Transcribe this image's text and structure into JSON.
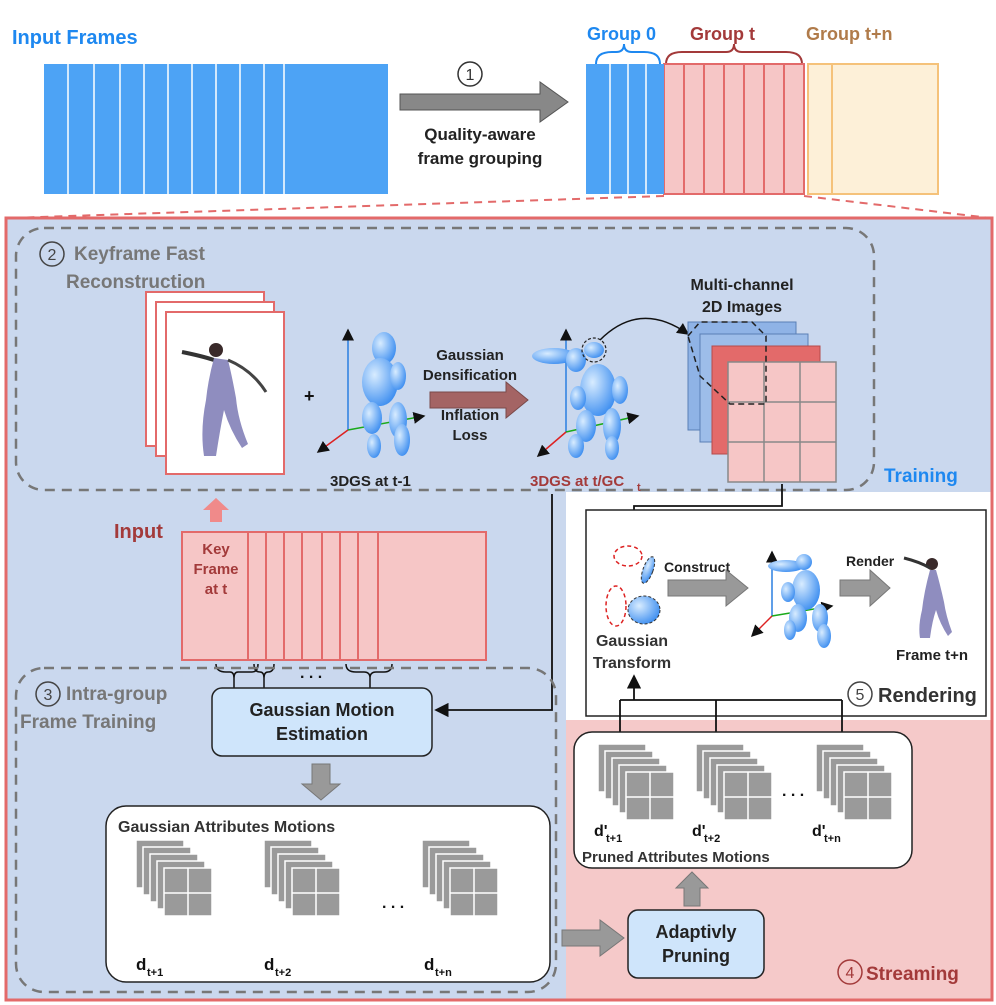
{
  "top": {
    "input_frames": "Input Frames",
    "step1_num": "1",
    "step1_label": [
      "Quality-aware",
      "frame grouping"
    ],
    "group0": "Group 0",
    "groupt": "Group t",
    "grouptn": "Group t+n"
  },
  "keyframe": {
    "num": "2",
    "title": [
      "Keyframe Fast",
      "Reconstruction"
    ],
    "plus": "+",
    "gaussian_densification": [
      "Gaussian",
      "Densification"
    ],
    "inflation_loss": [
      "Inflation",
      "Loss"
    ],
    "dgs_prev": "3DGS at t-1",
    "dgs_curr": "3DGS at t/GC",
    "dgs_curr_sub": "t",
    "multichannel": [
      "Multi-channel",
      "2D Images"
    ]
  },
  "training_label": "Training",
  "input_label": "Input",
  "key_frame": [
    "Key",
    "Frame",
    "at t"
  ],
  "intra": {
    "num": "3",
    "title": [
      "Intra-group",
      "Frame Training"
    ],
    "motion_estimation": [
      "Gaussian Motion",
      "Estimation"
    ],
    "attr_motions": "Gaussian Attributes Motions",
    "d_labels": [
      "d",
      "d",
      "d"
    ],
    "d_subs": [
      "t+1",
      "t+2",
      "t+n"
    ],
    "ellipsis": ". . ."
  },
  "render": {
    "num": "5",
    "title": "Rendering",
    "construct": "Construct",
    "render_label": "Render",
    "gaussian_transform": [
      "Gaussian",
      "Transform"
    ],
    "frame_tn": "Frame t+n"
  },
  "stream": {
    "num": "4",
    "title": "Streaming",
    "pruned": "Pruned Attributes Motions",
    "adaptive": [
      "Adaptivly",
      "Pruning"
    ],
    "dp_labels": [
      "d'",
      "d'",
      "d'"
    ],
    "dp_subs": [
      "t+1",
      "t+2",
      "t+n"
    ],
    "ellipsis": ". . ."
  },
  "colors": {
    "blue_frame": "#4da3f5",
    "red_frame": "#e36a6a",
    "orange_frame": "#f5c27a",
    "training_bg": "#cad8ee",
    "stream_bg": "#f5c9c9",
    "title_blue": "#1e88f0",
    "title_red": "#a33a3a",
    "title_orange": "#b07b4a",
    "gray": "#808080"
  }
}
